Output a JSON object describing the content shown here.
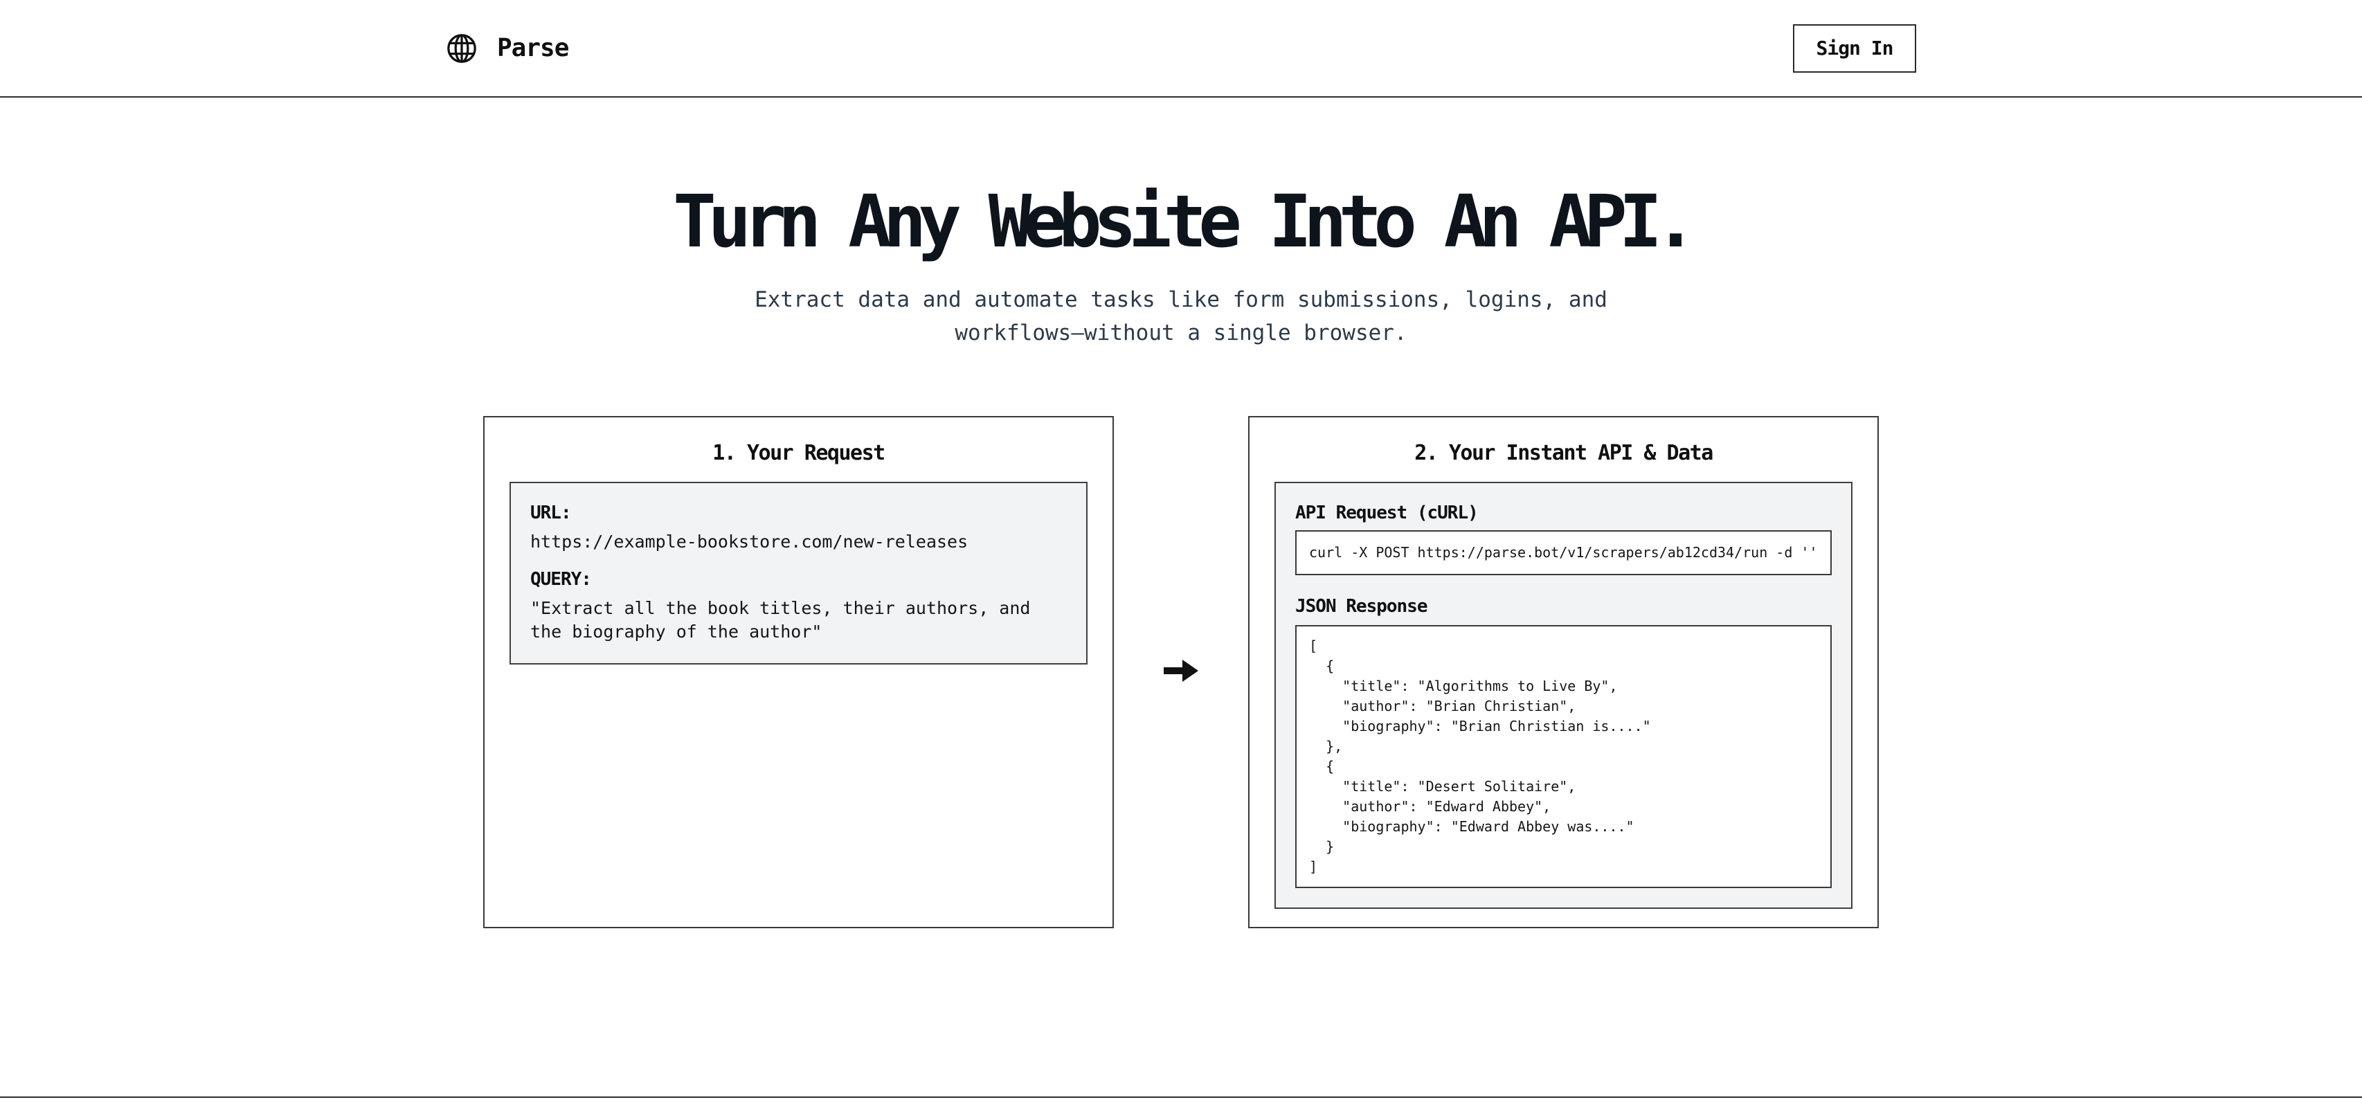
{
  "header": {
    "brand": "Parse",
    "sign_in_label": "Sign In"
  },
  "hero": {
    "title": "Turn Any Website Into An API.",
    "subtitle": "Extract data and automate tasks like form submissions, logins, and workflows—without a single browser."
  },
  "request_card": {
    "title": "1. Your Request",
    "url_label": "URL:",
    "url_value": "https://example-bookstore.com/new-releases",
    "query_label": "QUERY:",
    "query_value": "\"Extract all the book titles, their authors, and the biography of the author\""
  },
  "response_card": {
    "title": "2. Your Instant API & Data",
    "curl_label": "API Request (cURL)",
    "curl_command": "curl -X POST https://parse.bot/v1/scrapers/ab12cd34/run -d ''",
    "json_label": "JSON Response",
    "json_lines": [
      "[",
      "  {",
      "    \"title\": \"Algorithms to Live By\",",
      "    \"author\": \"Brian Christian\",",
      "    \"biography\": \"Brian Christian is....\"",
      "  },",
      "  {",
      "    \"title\": \"Desert Solitaire\",",
      "    \"author\": \"Edward Abbey\",",
      "    \"biography\": \"Edward Abbey was....\"",
      "  }",
      "]"
    ]
  },
  "icons": {
    "brand_icon": "globe-icon",
    "between_cards": "right-arrow-icon"
  },
  "colors": {
    "background": "#ffffff",
    "text": "#141414",
    "subtitle_text": "#2c3a4a",
    "panel_background": "#f1f3f4",
    "border": "#3a3a3a"
  }
}
